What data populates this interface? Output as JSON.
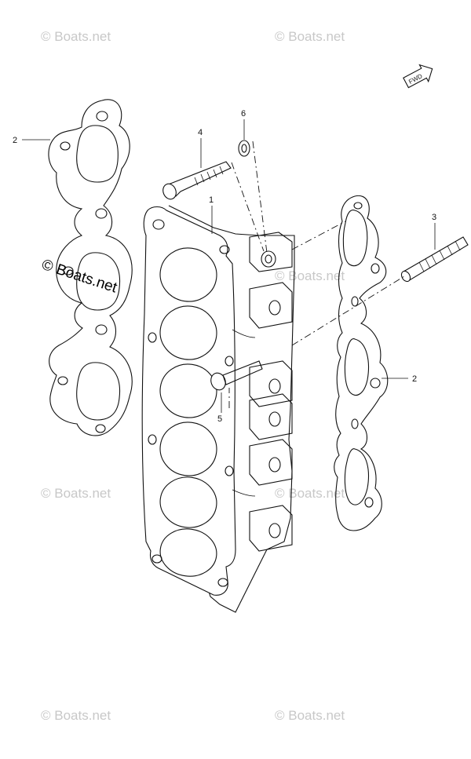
{
  "watermark": {
    "text": "© Boats.net",
    "prominent_text": "© Boats.net"
  },
  "fwd_badge": {
    "text": "FWD"
  },
  "callouts": [
    {
      "id": "gasket-left",
      "number": "2"
    },
    {
      "id": "gasket-right",
      "number": "2"
    },
    {
      "id": "stud",
      "number": "3"
    },
    {
      "id": "bolt",
      "number": "4"
    },
    {
      "id": "washer",
      "number": "6"
    },
    {
      "id": "manifold",
      "number": "1"
    },
    {
      "id": "bolt-small",
      "number": "5"
    }
  ]
}
